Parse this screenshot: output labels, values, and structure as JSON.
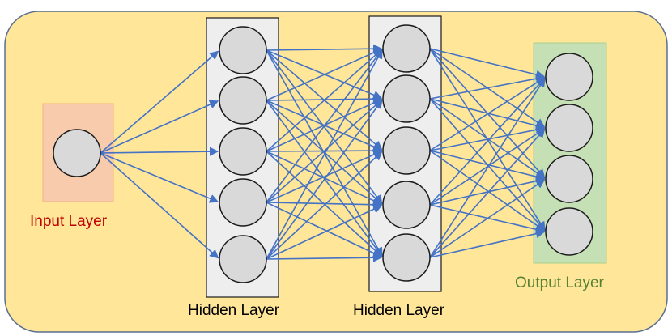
{
  "colors": {
    "background": "#FFE699",
    "background_border": "#5B6F8F",
    "input_box": "#F8CBAD",
    "input_box_border": "#F4B183",
    "hidden_box": "#EEEEEE",
    "hidden_box_border": "#1A1A1A",
    "output_box": "#C5E0B4",
    "output_box_border": "#A9D18E",
    "node_fill": "#D9D9D9",
    "node_stroke": "#1A1A1A",
    "edge": "#4472C4",
    "input_label": "#C00000",
    "hidden_label": "#000000",
    "output_label": "#548235"
  },
  "layers": [
    {
      "id": "input",
      "label": "Input Layer",
      "nodes": 1
    },
    {
      "id": "hidden-1",
      "label": "Hidden Layer",
      "nodes": 5
    },
    {
      "id": "hidden-2",
      "label": "Hidden Layer",
      "nodes": 5
    },
    {
      "id": "output",
      "label": "Output Layer",
      "nodes": 4
    }
  ],
  "connectivity": "fully-connected",
  "edge_direction": "left-to-right"
}
